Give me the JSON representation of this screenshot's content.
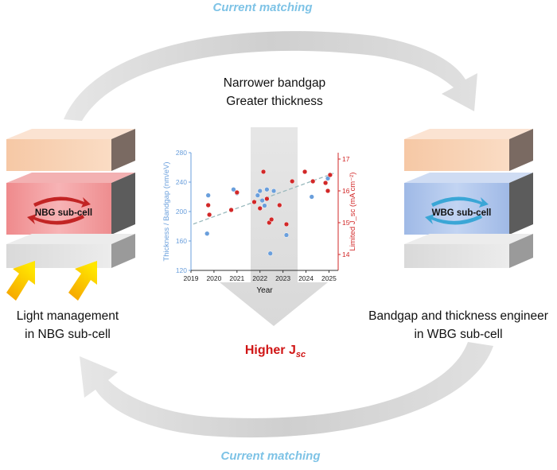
{
  "top_label": "Current matching",
  "bottom_label": "Current matching",
  "center_line1": "Narrower bandgap",
  "center_line2": "Greater thickness",
  "left_block": "NBG sub-cell",
  "right_block": "WBG sub-cell",
  "left_caption_1": "Light management",
  "left_caption_2": "in NBG sub-cell",
  "right_caption_1": "Bandgap and thickness engineer",
  "right_caption_2": "in WBG sub-cell",
  "higher_main": "Higher J",
  "higher_sub": "sc",
  "colors": {
    "blue_series": "#6a9fdc",
    "red_series": "#d22828",
    "cm_text": "#7ec3e6"
  },
  "chart_data": {
    "type": "scatter",
    "xlabel": "Year",
    "ylabel_left": "Thickness / Bandgap (nm/eV)",
    "ylabel_right": "Limited J_sc (mA cm⁻²)",
    "xlim": [
      2019,
      2025.4
    ],
    "ylim_left": [
      120,
      280
    ],
    "ylim_right": [
      13.5,
      17.2
    ],
    "x_ticks": [
      "2019",
      "2020",
      "2021",
      "2022",
      "2023",
      "2024",
      "2025"
    ],
    "y_left_ticks": [
      "120",
      "160",
      "200",
      "240",
      "280"
    ],
    "y_right_ticks": [
      "14",
      "15",
      "16",
      "17"
    ],
    "series": [
      {
        "axis": "left",
        "color": "#6a9fdc",
        "x": [
          2019.7,
          2019.75,
          2020.85,
          2021.0,
          2021.9,
          2022.0,
          2022.1,
          2022.2,
          2022.3,
          2022.45,
          2022.6,
          2023.15,
          2024.25,
          2024.95,
          2025.05
        ],
        "y": [
          170,
          222,
          230,
          225,
          222,
          228,
          215,
          208,
          230,
          143,
          228,
          168,
          220,
          245,
          250
        ]
      },
      {
        "axis": "right",
        "color": "#d22828",
        "x": [
          2019.75,
          2019.8,
          2020.75,
          2021.0,
          2021.75,
          2022.0,
          2022.15,
          2022.3,
          2022.4,
          2022.5,
          2022.85,
          2023.15,
          2023.4,
          2023.95,
          2024.3,
          2024.85,
          2024.95,
          2025.05
        ],
        "y": [
          15.55,
          15.25,
          15.4,
          15.95,
          15.65,
          15.45,
          16.6,
          15.75,
          15.0,
          15.1,
          15.55,
          14.95,
          16.3,
          16.6,
          16.3,
          16.25,
          16.0,
          16.5
        ]
      }
    ]
  }
}
